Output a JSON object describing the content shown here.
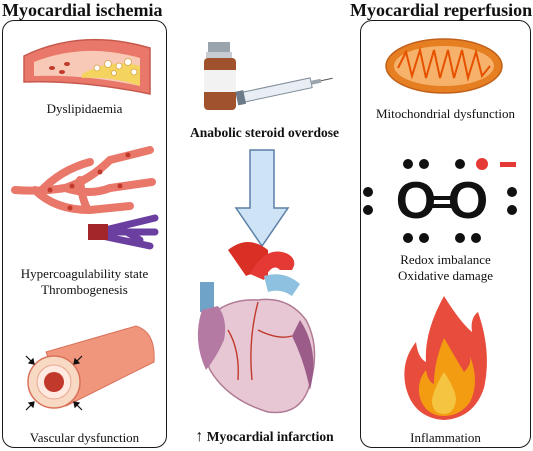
{
  "left": {
    "title": "Myocardial ischemia",
    "items": [
      {
        "label": "Dyslipidaemia"
      },
      {
        "label1": "Hypercoagulability state",
        "label2": "Thrombogenesis"
      },
      {
        "label": "Vascular dysfunction"
      }
    ]
  },
  "center": {
    "cause": "Anabolic steroid overdose",
    "outcome_arrow": "↑",
    "outcome": "Myocardial infarction"
  },
  "right": {
    "title": "Myocardial reperfusion",
    "items": [
      {
        "label": "Mitochondrial dysfunction"
      },
      {
        "label1": "Redox imbalance",
        "label2": "Oxidative damage"
      },
      {
        "label": "Inflammation"
      }
    ]
  },
  "colors": {
    "vessel": "#e9776a",
    "plaque": "#f4d35e",
    "blood": "#c0392b",
    "vein": "#6b3fa0",
    "mito": "#e67e22",
    "flame_outer": "#e74c3c",
    "flame_inner": "#f5c542",
    "arrow": "#cfe3f7",
    "radical": "#e53935"
  }
}
